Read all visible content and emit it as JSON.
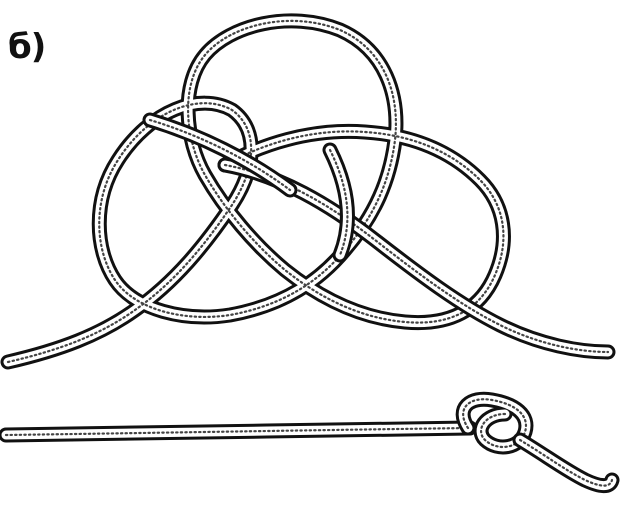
{
  "figure": {
    "panel_label": "б)",
    "colors": {
      "ink": "#111111",
      "paper": "#ffffff",
      "shading": "#444444"
    },
    "parts": [
      "trefoil-loop-knot",
      "tied-knot-on-standing-line"
    ]
  }
}
